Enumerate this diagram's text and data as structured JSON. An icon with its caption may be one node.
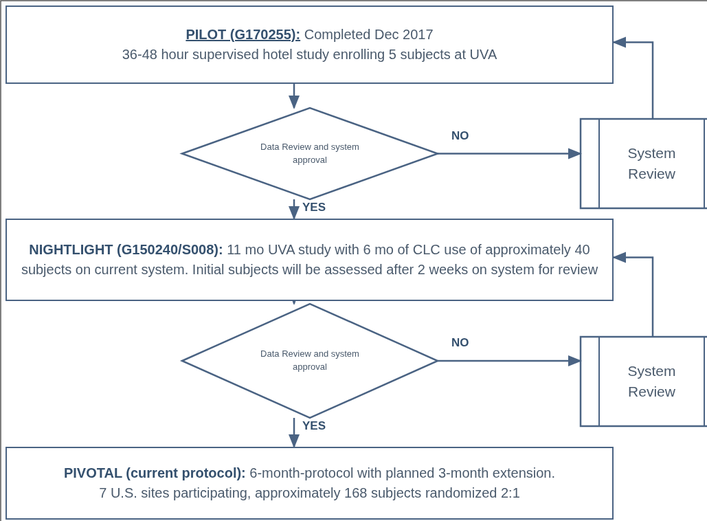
{
  "diagram": {
    "nodes": [
      {
        "text": [
          "**PILOT (G170255):** Completed Dec 2017",
          "36-48 hour supervised hotel study enrolling 5 subjects at UVA"
        ]
      },
      {
        "text": [
          "Data Review and system approval"
        ]
      },
      {
        "text": [
          "System Review"
        ]
      },
      {
        "text": [
          "**NIGHTLIGHT (G150240/S008):** 11 mo UVA study with 6 mo of CLC use of approximately 40 subjects on current system. Initial subjects will be assessed after 2 weeks on system for review"
        ]
      },
      {
        "text": [
          "Data Review and system approval"
        ]
      },
      {
        "text": [
          "System Review"
        ]
      },
      {
        "text": [
          "**PIVOTAL  (current protocol):** 6-month-protocol with planned 3-month extension. 7 U.S. sites participating, approximately 168 subjects randomized 2:1"
        ]
      }
    ],
    "edges": [
      {
        "from": 0,
        "to": 1,
        "arrow": "to"
      },
      {
        "from": 1,
        "to": 2,
        "arrow": "to",
        "label": "NO"
      },
      {
        "from": 2,
        "to": 0,
        "arrow": "to"
      },
      {
        "from": 1,
        "to": 3,
        "arrow": "to",
        "label": "YES"
      },
      {
        "from": 3,
        "to": 4,
        "arrow": "to"
      },
      {
        "from": 4,
        "to": 5,
        "arrow": "to",
        "label": "NO"
      },
      {
        "from": 5,
        "to": 3,
        "arrow": "to"
      },
      {
        "from": 4,
        "to": 6,
        "arrow": "to",
        "label": "YES"
      }
    ]
  }
}
